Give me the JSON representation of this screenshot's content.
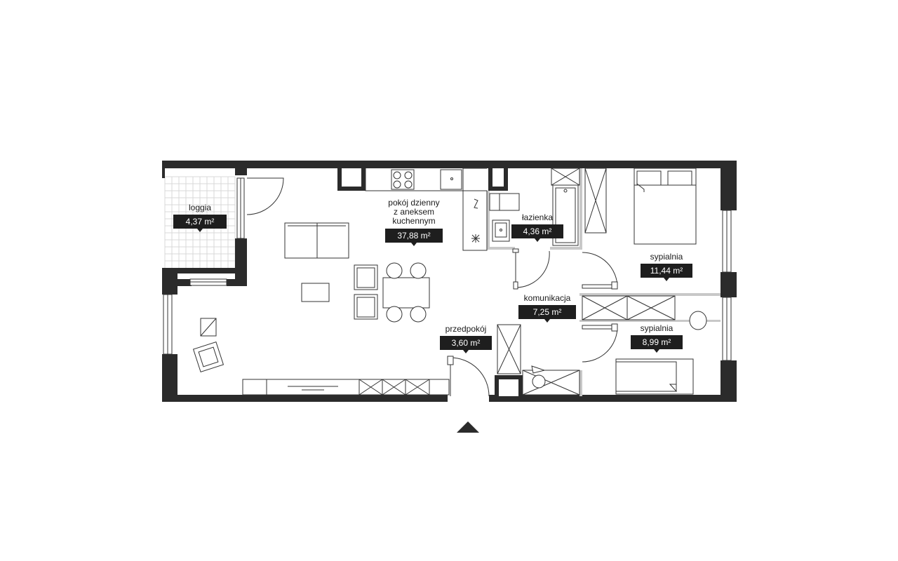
{
  "plan": {
    "rooms": [
      {
        "id": "loggia",
        "label": "loggia",
        "area": "4,37 m²"
      },
      {
        "id": "living",
        "label": "pokój dzienny\nz aneksem\nkuchennym",
        "area": "37,88 m²"
      },
      {
        "id": "bathroom",
        "label": "łazienka",
        "area": "4,36 m²"
      },
      {
        "id": "bedroom1",
        "label": "sypialnia",
        "area": "11,44 m²"
      },
      {
        "id": "corridor",
        "label": "komunikacja",
        "area": "7,25 m²"
      },
      {
        "id": "hall",
        "label": "przedpokój",
        "area": "3,60 m²"
      },
      {
        "id": "bedroom2",
        "label": "sypialnia",
        "area": "8,99 m²"
      }
    ],
    "colors": {
      "wall": "#2b2b2b",
      "partition": "#c8c8c8",
      "line": "#333333",
      "badge": "#1e1e1e",
      "loggia_tile": "#d8d8d8"
    },
    "icons": [
      "entrance-arrow-icon"
    ]
  }
}
